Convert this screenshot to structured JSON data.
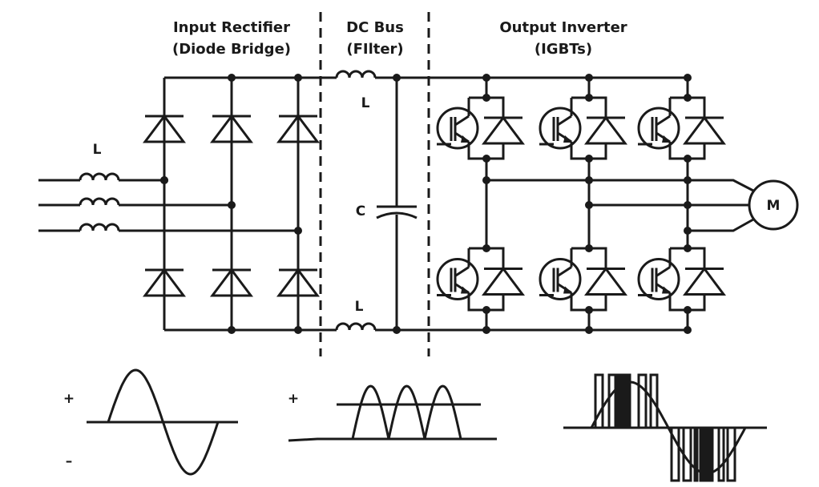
{
  "sections": {
    "rectifier": {
      "title": "Input Rectifier",
      "subtitle": "(Diode Bridge)"
    },
    "dc_bus": {
      "title": "DC Bus",
      "subtitle": "(FIlter)"
    },
    "inverter": {
      "title": "Output Inverter",
      "subtitle": "(IGBTs)"
    }
  },
  "components": {
    "input_inductor_label": "L",
    "dc_top_inductor_label": "L",
    "dc_bottom_inductor_label": "L",
    "capacitor_label": "C",
    "motor_label": "M"
  },
  "waveforms": {
    "input_plus": "+",
    "input_minus": "–",
    "dc_plus": "+"
  },
  "colors": {
    "ink": "#1a1a1a",
    "background": "#ffffff"
  }
}
